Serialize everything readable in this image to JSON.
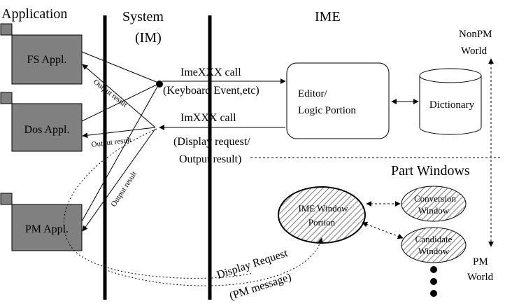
{
  "headers": {
    "application": "Application",
    "system_line1": "System",
    "system_line2": "(IM)",
    "ime": "IME"
  },
  "apps": {
    "fs": "FS Appl.",
    "dos": "Dos Appl.",
    "pm": "PM Appl."
  },
  "calls": {
    "imexxx_line1": "ImeXXX call",
    "imexxx_line2": "(Keyboard Event,etc)",
    "imxxx_line1": "ImXXX call",
    "imxxx_line2": "(Display request/",
    "imxxx_line3": "Output result)"
  },
  "output_result": {
    "fs": "Output result",
    "dos": "Output result",
    "pm": "Output result"
  },
  "ime_parts": {
    "editor_line1": "Editor/",
    "editor_line2": "Logic Portion",
    "dictionary": "Dictionary",
    "ime_window_line1": "IME Window",
    "ime_window_line2": "Portion",
    "conversion_line1": "Conversion",
    "conversion_line2": "Window",
    "candidate_line1": "Candidate",
    "candidate_line2": "Window"
  },
  "worlds": {
    "nonpm_line1": "NonPM",
    "nonpm_line2": "World",
    "pm_line1": "PM",
    "pm_line2": "World",
    "part_windows": "Part Windows"
  },
  "display_request": {
    "line1": "Display Request",
    "line2": "(PM message)"
  },
  "colors": {
    "app_box_fill": "#808080",
    "hatch_fill": "#c8c8c8",
    "line": "#000000"
  }
}
